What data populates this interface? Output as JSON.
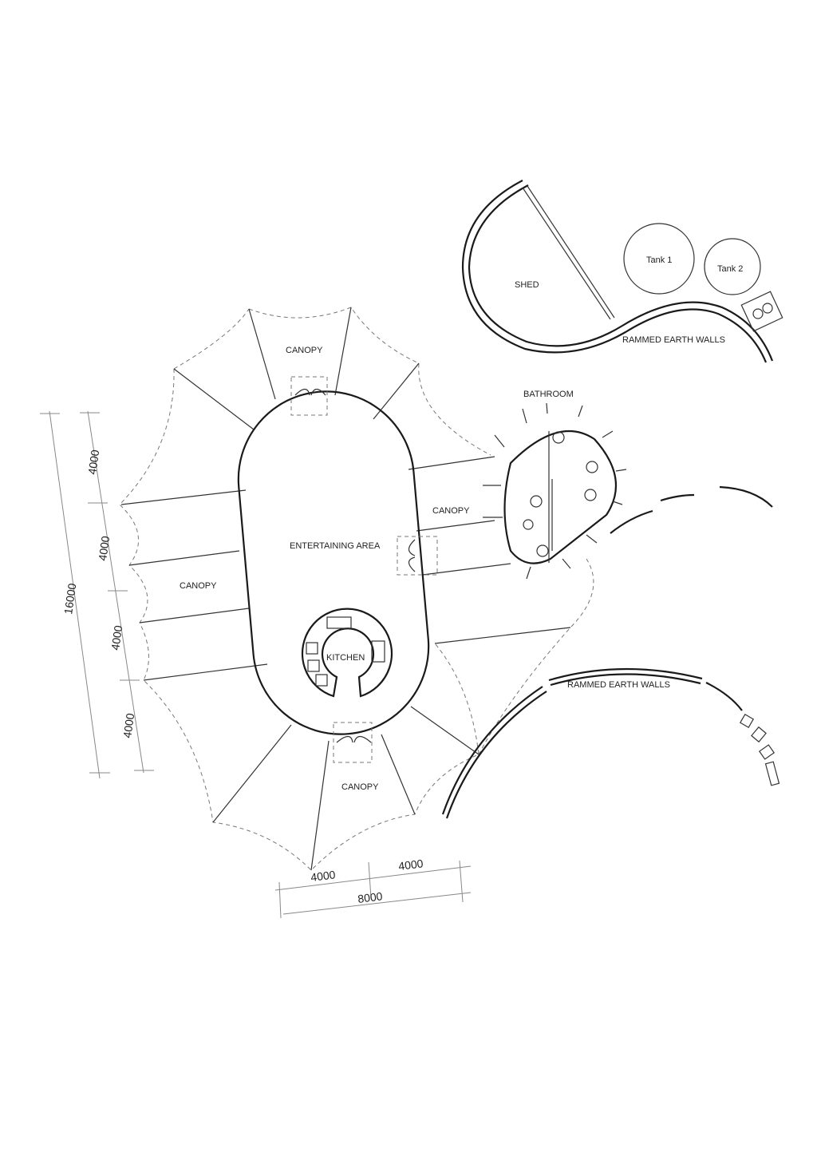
{
  "labels": {
    "canopy_top": "CANOPY",
    "canopy_left": "CANOPY",
    "canopy_right": "CANOPY",
    "canopy_bottom": "CANOPY",
    "entertaining": "ENTERTAINING AREA",
    "kitchen": "KITCHEN",
    "bathroom": "BATHROOM",
    "shed": "SHED",
    "tank1": "Tank 1",
    "tank2": "Tank 2",
    "walls_top": "RAMMED EARTH WALLS",
    "walls_bottom": "RAMMED EARTH WALLS"
  },
  "dimensions": {
    "left_total": "16000",
    "left_segments": [
      "4000",
      "4000",
      "4000",
      "4000"
    ],
    "bottom_segments": [
      "4000",
      "4000"
    ],
    "bottom_total": "8000"
  },
  "colors": {
    "line": "#1a1a1a",
    "dash": "#777777",
    "dim": "#888888"
  }
}
